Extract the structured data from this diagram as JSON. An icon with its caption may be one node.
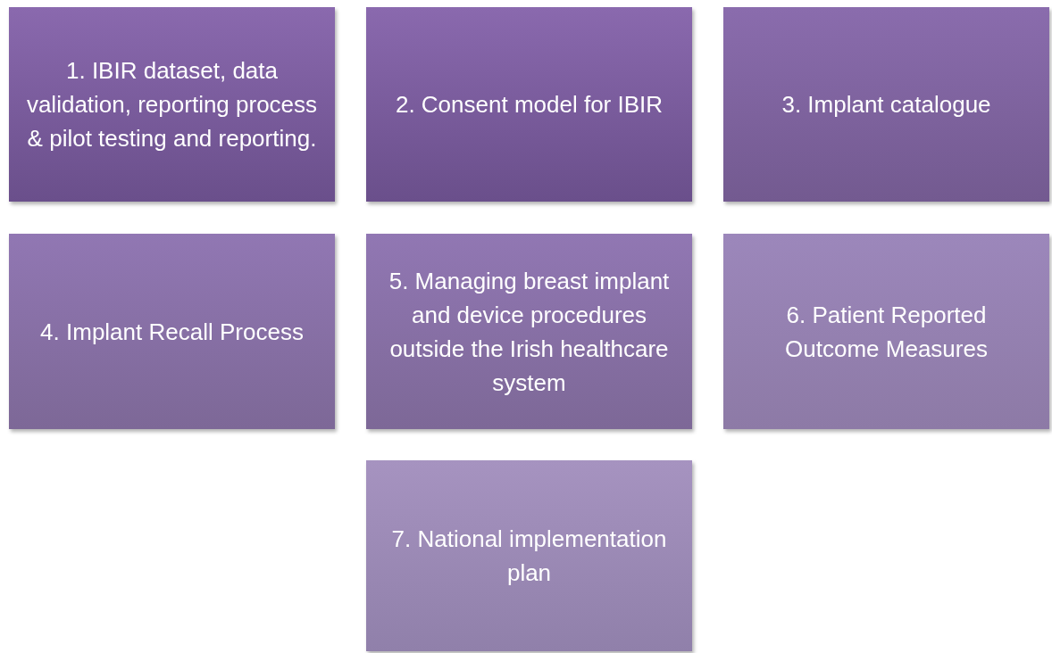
{
  "diagram": {
    "nodes": [
      {
        "text": [
          "1. IBIR dataset, data validation, reporting process & pilot testing and reporting."
        ]
      },
      {
        "text": [
          "2. Consent model for IBIR"
        ]
      },
      {
        "text": [
          "3. Implant catalogue"
        ]
      },
      {
        "text": [
          "4. Implant Recall Process"
        ]
      },
      {
        "text": [
          "5. Managing breast implant and device procedures outside the Irish healthcare system"
        ]
      },
      {
        "text": [
          "6. Patient Reported Outcome Measures"
        ]
      },
      {
        "text": [
          "7. National implementation plan"
        ]
      }
    ]
  }
}
